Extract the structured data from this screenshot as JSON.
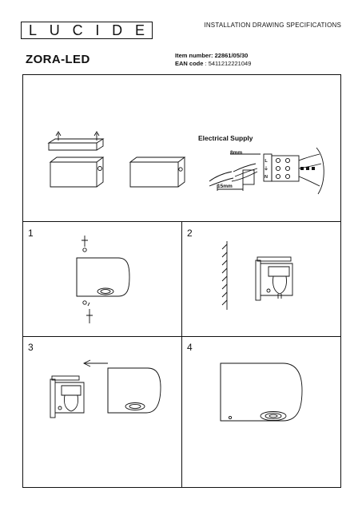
{
  "header": {
    "logo_letters": [
      "L",
      "U",
      "C",
      "I",
      "D",
      "E"
    ],
    "document_title": "INSTALLATION DRAWING SPECIFICATIONS"
  },
  "product": {
    "name": "ZORA-LED",
    "item_number_label": "Item number:",
    "item_number": "22861/05/30",
    "ean_label": "EAN code",
    "ean_code": ": 5411212221049"
  },
  "electrical": {
    "title": "Electrical Supply",
    "strip_length_1": "8mm",
    "strip_length_2": "15mm",
    "terminal_labels": [
      "L",
      "⏚",
      "N"
    ]
  },
  "steps": [
    "1",
    "2",
    "3",
    "4"
  ]
}
